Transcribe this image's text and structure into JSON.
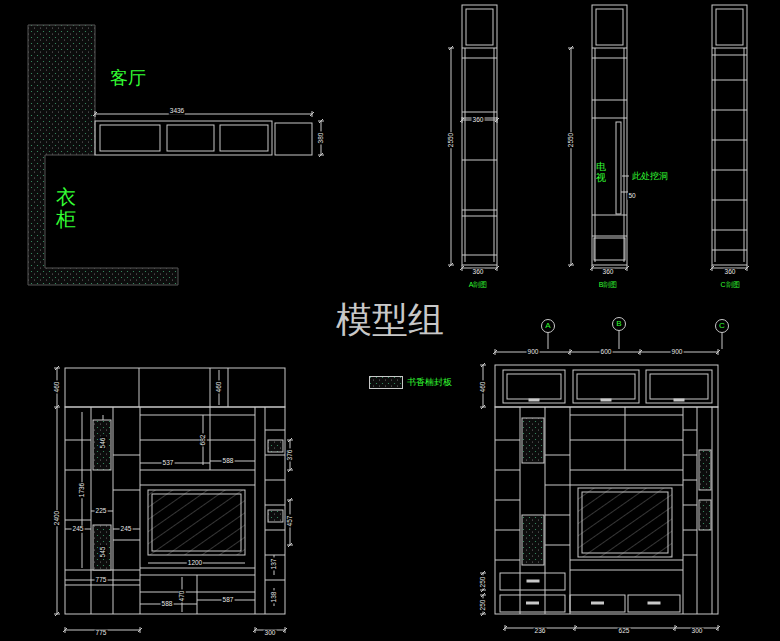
{
  "diagram": {
    "nodes": [
      {
        "text": [
          "A"
        ]
      },
      {
        "text": [
          "B"
        ]
      },
      {
        "text": [
          "C"
        ]
      }
    ],
    "labels": [
      "客厅",
      "衣柜",
      "3436",
      "380",
      "360",
      "2550",
      "360",
      "A剖图",
      "2550",
      "电视",
      "此处挖洞",
      "50",
      "360",
      "B剖图",
      "360",
      "C剖图",
      "模型组",
      "460",
      "2400",
      "460",
      "546",
      "1736",
      "225",
      "245",
      "245",
      "545",
      "775",
      "682",
      "537",
      "588",
      "376",
      "457",
      "1200",
      "470",
      "588",
      "587",
      "137",
      "138",
      "775",
      "300",
      "900",
      "600",
      "900",
      "460",
      "250",
      "250",
      "236",
      "625",
      "300"
    ],
    "legend": [
      {
        "text": "书香楠封板"
      }
    ]
  }
}
